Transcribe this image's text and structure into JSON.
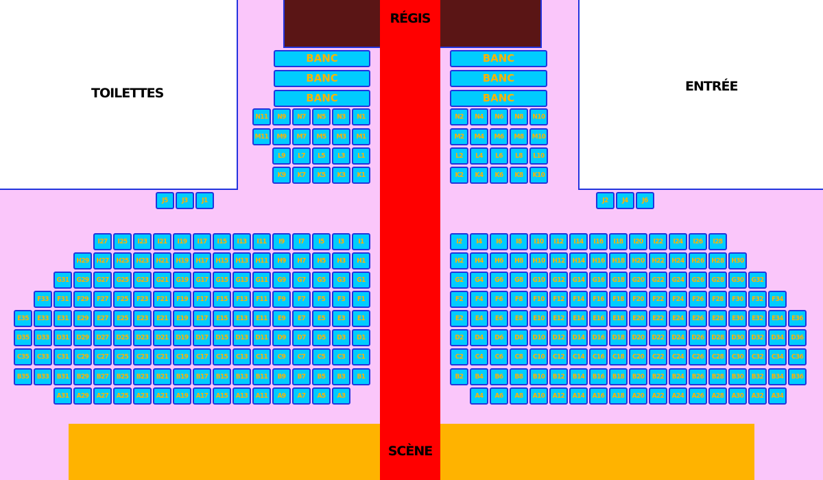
{
  "labels": {
    "regie": "RÉGIS",
    "scene": "SCÈNE",
    "toilettes": "TOILETTES",
    "entree": "ENTRÉE"
  },
  "benches": {
    "left": [
      "BANC",
      "BANC",
      "BANC"
    ],
    "right": [
      "BANC",
      "BANC",
      "BANC"
    ]
  },
  "colors": {
    "floor": "#fac6fa",
    "aisle": "#ff0000",
    "stage": "#ffb300",
    "regie": "#5a1515",
    "seat_fill": "#00ccff",
    "seat_text": "#ffb300",
    "seat_border": "#2233dd"
  },
  "seat_rows": [
    {
      "row": "N",
      "left": [
        "N11",
        "N9",
        "N7",
        "N5",
        "N3",
        "N1"
      ],
      "right": [
        "N2",
        "N4",
        "N6",
        "N8",
        "N10"
      ]
    },
    {
      "row": "M",
      "left": [
        "M11",
        "M9",
        "M7",
        "M5",
        "M3",
        "M1"
      ],
      "right": [
        "M2",
        "M4",
        "M6",
        "M8",
        "M10"
      ]
    },
    {
      "row": "L",
      "left": [
        "L9",
        "L7",
        "L5",
        "L3",
        "L1"
      ],
      "right": [
        "L2",
        "L4",
        "L6",
        "L8",
        "L10"
      ]
    },
    {
      "row": "K",
      "left": [
        "K9",
        "K7",
        "K5",
        "K3",
        "K1"
      ],
      "right": [
        "K2",
        "K4",
        "K6",
        "K8",
        "K10"
      ]
    },
    {
      "row": "J",
      "left": [
        "J5",
        "J3",
        "J1"
      ],
      "right": [
        "J2",
        "J4",
        "J6"
      ]
    },
    {
      "row": "I",
      "left": [
        "I27",
        "I25",
        "I23",
        "I21",
        "I19",
        "I17",
        "I15",
        "I13",
        "I11",
        "I9",
        "I7",
        "I5",
        "I3",
        "I1"
      ],
      "right": [
        "I2",
        "I4",
        "I6",
        "I8",
        "I10",
        "I12",
        "I14",
        "I16",
        "I18",
        "I20",
        "I22",
        "I24",
        "I26",
        "I28"
      ]
    },
    {
      "row": "H",
      "left": [
        "H29",
        "H27",
        "H25",
        "H23",
        "H21",
        "H19",
        "H17",
        "H15",
        "H13",
        "H11",
        "H9",
        "H7",
        "H5",
        "H3",
        "H1"
      ],
      "right": [
        "H2",
        "H4",
        "H6",
        "H8",
        "H10",
        "H12",
        "H14",
        "H16",
        "H18",
        "H20",
        "H22",
        "H24",
        "H26",
        "H28",
        "H30"
      ]
    },
    {
      "row": "G",
      "left": [
        "G31",
        "G29",
        "G27",
        "G25",
        "G23",
        "G21",
        "G19",
        "G17",
        "G15",
        "G13",
        "G11",
        "G9",
        "G7",
        "G5",
        "G3",
        "G1"
      ],
      "right": [
        "G2",
        "G4",
        "G6",
        "G8",
        "G10",
        "G12",
        "G14",
        "G16",
        "G18",
        "G20",
        "G22",
        "G24",
        "G26",
        "G28",
        "G30",
        "G32"
      ]
    },
    {
      "row": "F",
      "left": [
        "F33",
        "F31",
        "F29",
        "F27",
        "F25",
        "F23",
        "F21",
        "F19",
        "F17",
        "F15",
        "F13",
        "F11",
        "F9",
        "F7",
        "F5",
        "F3",
        "F1"
      ],
      "right": [
        "F2",
        "F4",
        "F6",
        "F8",
        "F10",
        "F12",
        "F14",
        "F16",
        "F18",
        "F20",
        "F22",
        "F24",
        "F26",
        "F28",
        "F30",
        "F32",
        "F34"
      ]
    },
    {
      "row": "E",
      "left": [
        "E35",
        "E33",
        "E31",
        "E29",
        "E27",
        "E25",
        "E23",
        "E21",
        "E19",
        "E17",
        "E15",
        "E13",
        "E11",
        "E9",
        "E7",
        "E5",
        "E3",
        "E1"
      ],
      "right": [
        "E2",
        "E4",
        "E6",
        "E8",
        "E10",
        "E12",
        "E14",
        "E16",
        "E18",
        "E20",
        "E22",
        "E24",
        "E26",
        "E28",
        "E30",
        "E32",
        "E34",
        "E36"
      ]
    },
    {
      "row": "D",
      "left": [
        "D35",
        "D33",
        "D31",
        "D29",
        "D27",
        "D25",
        "D23",
        "D21",
        "D19",
        "D17",
        "D15",
        "D13",
        "D11",
        "D9",
        "D7",
        "D5",
        "D3",
        "D1"
      ],
      "right": [
        "D2",
        "D4",
        "D6",
        "D8",
        "D10",
        "D12",
        "D14",
        "D16",
        "D18",
        "D20",
        "D22",
        "D24",
        "D26",
        "D28",
        "D30",
        "D32",
        "D34",
        "D36"
      ]
    },
    {
      "row": "C",
      "left": [
        "C35",
        "C33",
        "C31",
        "C29",
        "C27",
        "C25",
        "C23",
        "C21",
        "C19",
        "C17",
        "C15",
        "C13",
        "C11",
        "C9",
        "C7",
        "C5",
        "C3",
        "C1"
      ],
      "right": [
        "C2",
        "C4",
        "C6",
        "C8",
        "C10",
        "C12",
        "C14",
        "C16",
        "C18",
        "C20",
        "C22",
        "C24",
        "C26",
        "C28",
        "C30",
        "C32",
        "C34",
        "C36"
      ]
    },
    {
      "row": "B",
      "left": [
        "B35",
        "B33",
        "B31",
        "B29",
        "B27",
        "B25",
        "B23",
        "B21",
        "B19",
        "B17",
        "B15",
        "B13",
        "B11",
        "B9",
        "B7",
        "B5",
        "B3",
        "B1"
      ],
      "right": [
        "B2",
        "B4",
        "B6",
        "B8",
        "B10",
        "B12",
        "B14",
        "B16",
        "B18",
        "B20",
        "B22",
        "B24",
        "B26",
        "B28",
        "B30",
        "B32",
        "B34",
        "B36"
      ]
    },
    {
      "row": "A",
      "left": [
        "A31",
        "A29",
        "A27",
        "A25",
        "A23",
        "A21",
        "A19",
        "A17",
        "A15",
        "A13",
        "A11",
        "A9",
        "A7",
        "A5",
        "A3"
      ],
      "right": [
        "A4",
        "A6",
        "A8",
        "A10",
        "A12",
        "A14",
        "A16",
        "A18",
        "A20",
        "A22",
        "A24",
        "A26",
        "A28",
        "A30",
        "A32",
        "A34"
      ]
    }
  ]
}
